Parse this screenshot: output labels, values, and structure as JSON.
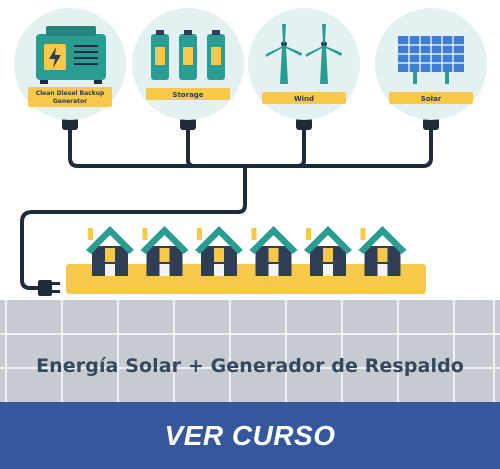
{
  "sources": [
    {
      "label": "Clean Diesel Backup Generator",
      "label_lines": [
        "Clean Diesel Backup",
        "Generator"
      ],
      "icon": "diesel-generator-icon"
    },
    {
      "label": "Storage",
      "icon": "battery-storage-icon"
    },
    {
      "label": "Wind",
      "icon": "wind-turbine-icon"
    },
    {
      "label": "Solar",
      "icon": "solar-panel-icon"
    }
  ],
  "houses": {
    "count": 6,
    "icon": "house-icon"
  },
  "plug_icon": "power-plug-icon",
  "caption": "Energía Solar + Generador de Respaldo",
  "cta_label": "VER CURSO",
  "colors": {
    "circle_bg": "#e3f1f2",
    "label_bar": "#f6c94b",
    "cable": "#1f2a3a",
    "house_roof": "#2a9d93",
    "house_body": "#2f3e55",
    "cta_bg": "#34579d",
    "caption_text": "#34495e"
  }
}
